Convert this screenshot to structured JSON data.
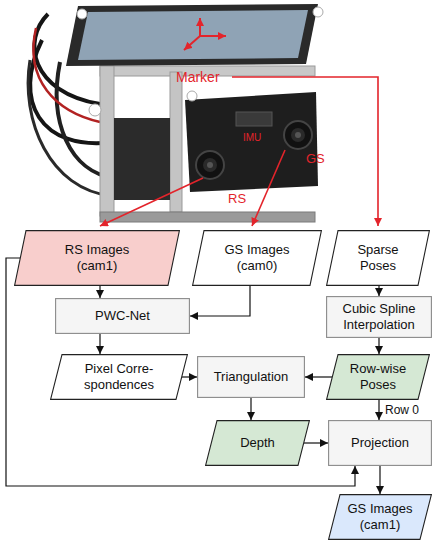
{
  "diagram": {
    "nodes": [
      {
        "text": [
          "RS Images (cam1)"
        ]
      },
      {
        "text": [
          "GS Images (cam0)"
        ]
      },
      {
        "text": [
          "Sparse Poses"
        ]
      },
      {
        "text": [
          "PWC-Net"
        ]
      },
      {
        "text": [
          "Cubic Spline Interpolation"
        ]
      },
      {
        "text": [
          "Pixel Corre- spondences"
        ]
      },
      {
        "text": [
          "Triangulation"
        ]
      },
      {
        "text": [
          "Row-wise Poses"
        ]
      },
      {
        "text": [
          "Depth"
        ]
      },
      {
        "text": [
          "Projection"
        ]
      },
      {
        "text": [
          "GS Images (cam1)"
        ]
      }
    ],
    "edges": [
      {
        "from": 0,
        "to": 3,
        "arrow": "to"
      },
      {
        "from": 1,
        "to": 3,
        "arrow": "to"
      },
      {
        "from": 2,
        "to": 4,
        "arrow": "to"
      },
      {
        "from": 3,
        "to": 5,
        "arrow": "to"
      },
      {
        "from": 4,
        "to": 7,
        "arrow": "to"
      },
      {
        "from": 5,
        "to": 6,
        "arrow": "to"
      },
      {
        "from": 7,
        "to": 6,
        "arrow": "to"
      },
      {
        "from": 6,
        "to": 8,
        "arrow": "to"
      },
      {
        "from": 7,
        "to": 9,
        "label": "Row 0",
        "arrow": "to"
      },
      {
        "from": 8,
        "to": 9,
        "arrow": "to"
      },
      {
        "from": 0,
        "to": 9,
        "arrow": "to"
      },
      {
        "from": 9,
        "to": 10,
        "arrow": "to"
      }
    ],
    "labels": [
      "Marker",
      "IMU",
      "GS",
      "RS"
    ]
  }
}
